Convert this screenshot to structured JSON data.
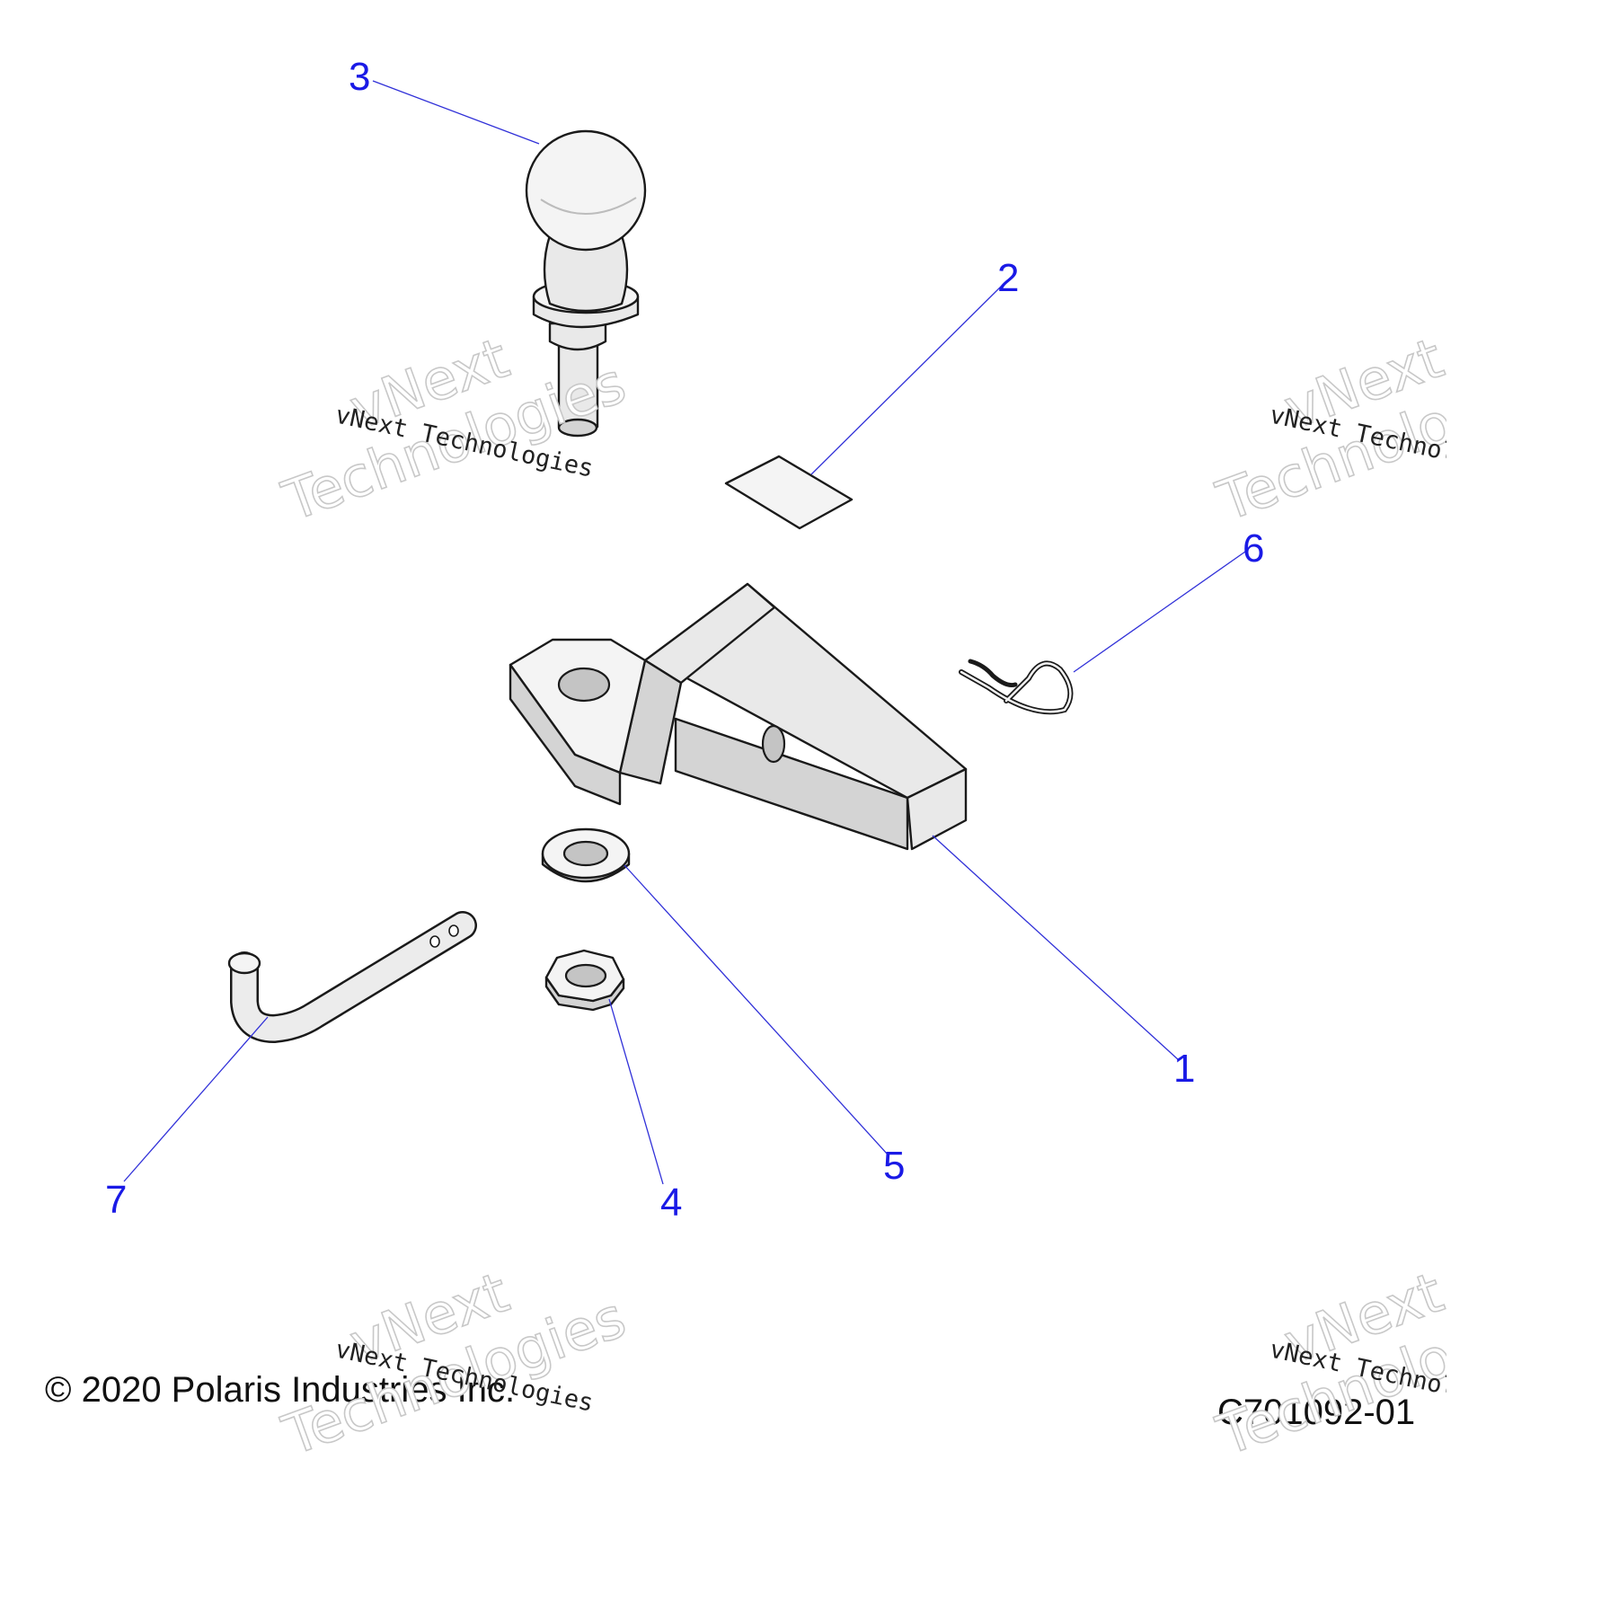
{
  "callouts": [
    {
      "id": "1",
      "label": "1"
    },
    {
      "id": "2",
      "label": "2"
    },
    {
      "id": "3",
      "label": "3"
    },
    {
      "id": "4",
      "label": "4"
    },
    {
      "id": "5",
      "label": "5"
    },
    {
      "id": "6",
      "label": "6"
    },
    {
      "id": "7",
      "label": "7"
    }
  ],
  "watermark": {
    "line": "vNext Technologies",
    "big_top": "vNext",
    "big_bottom": "Technologies"
  },
  "footer": {
    "copyright": "© 2020 Polaris Industries Inc.",
    "drawing_code": "C701092-01"
  },
  "colors": {
    "callout": "#1a1ae6",
    "leader": "#3030d8",
    "part_fill": "#e9e9e9"
  }
}
